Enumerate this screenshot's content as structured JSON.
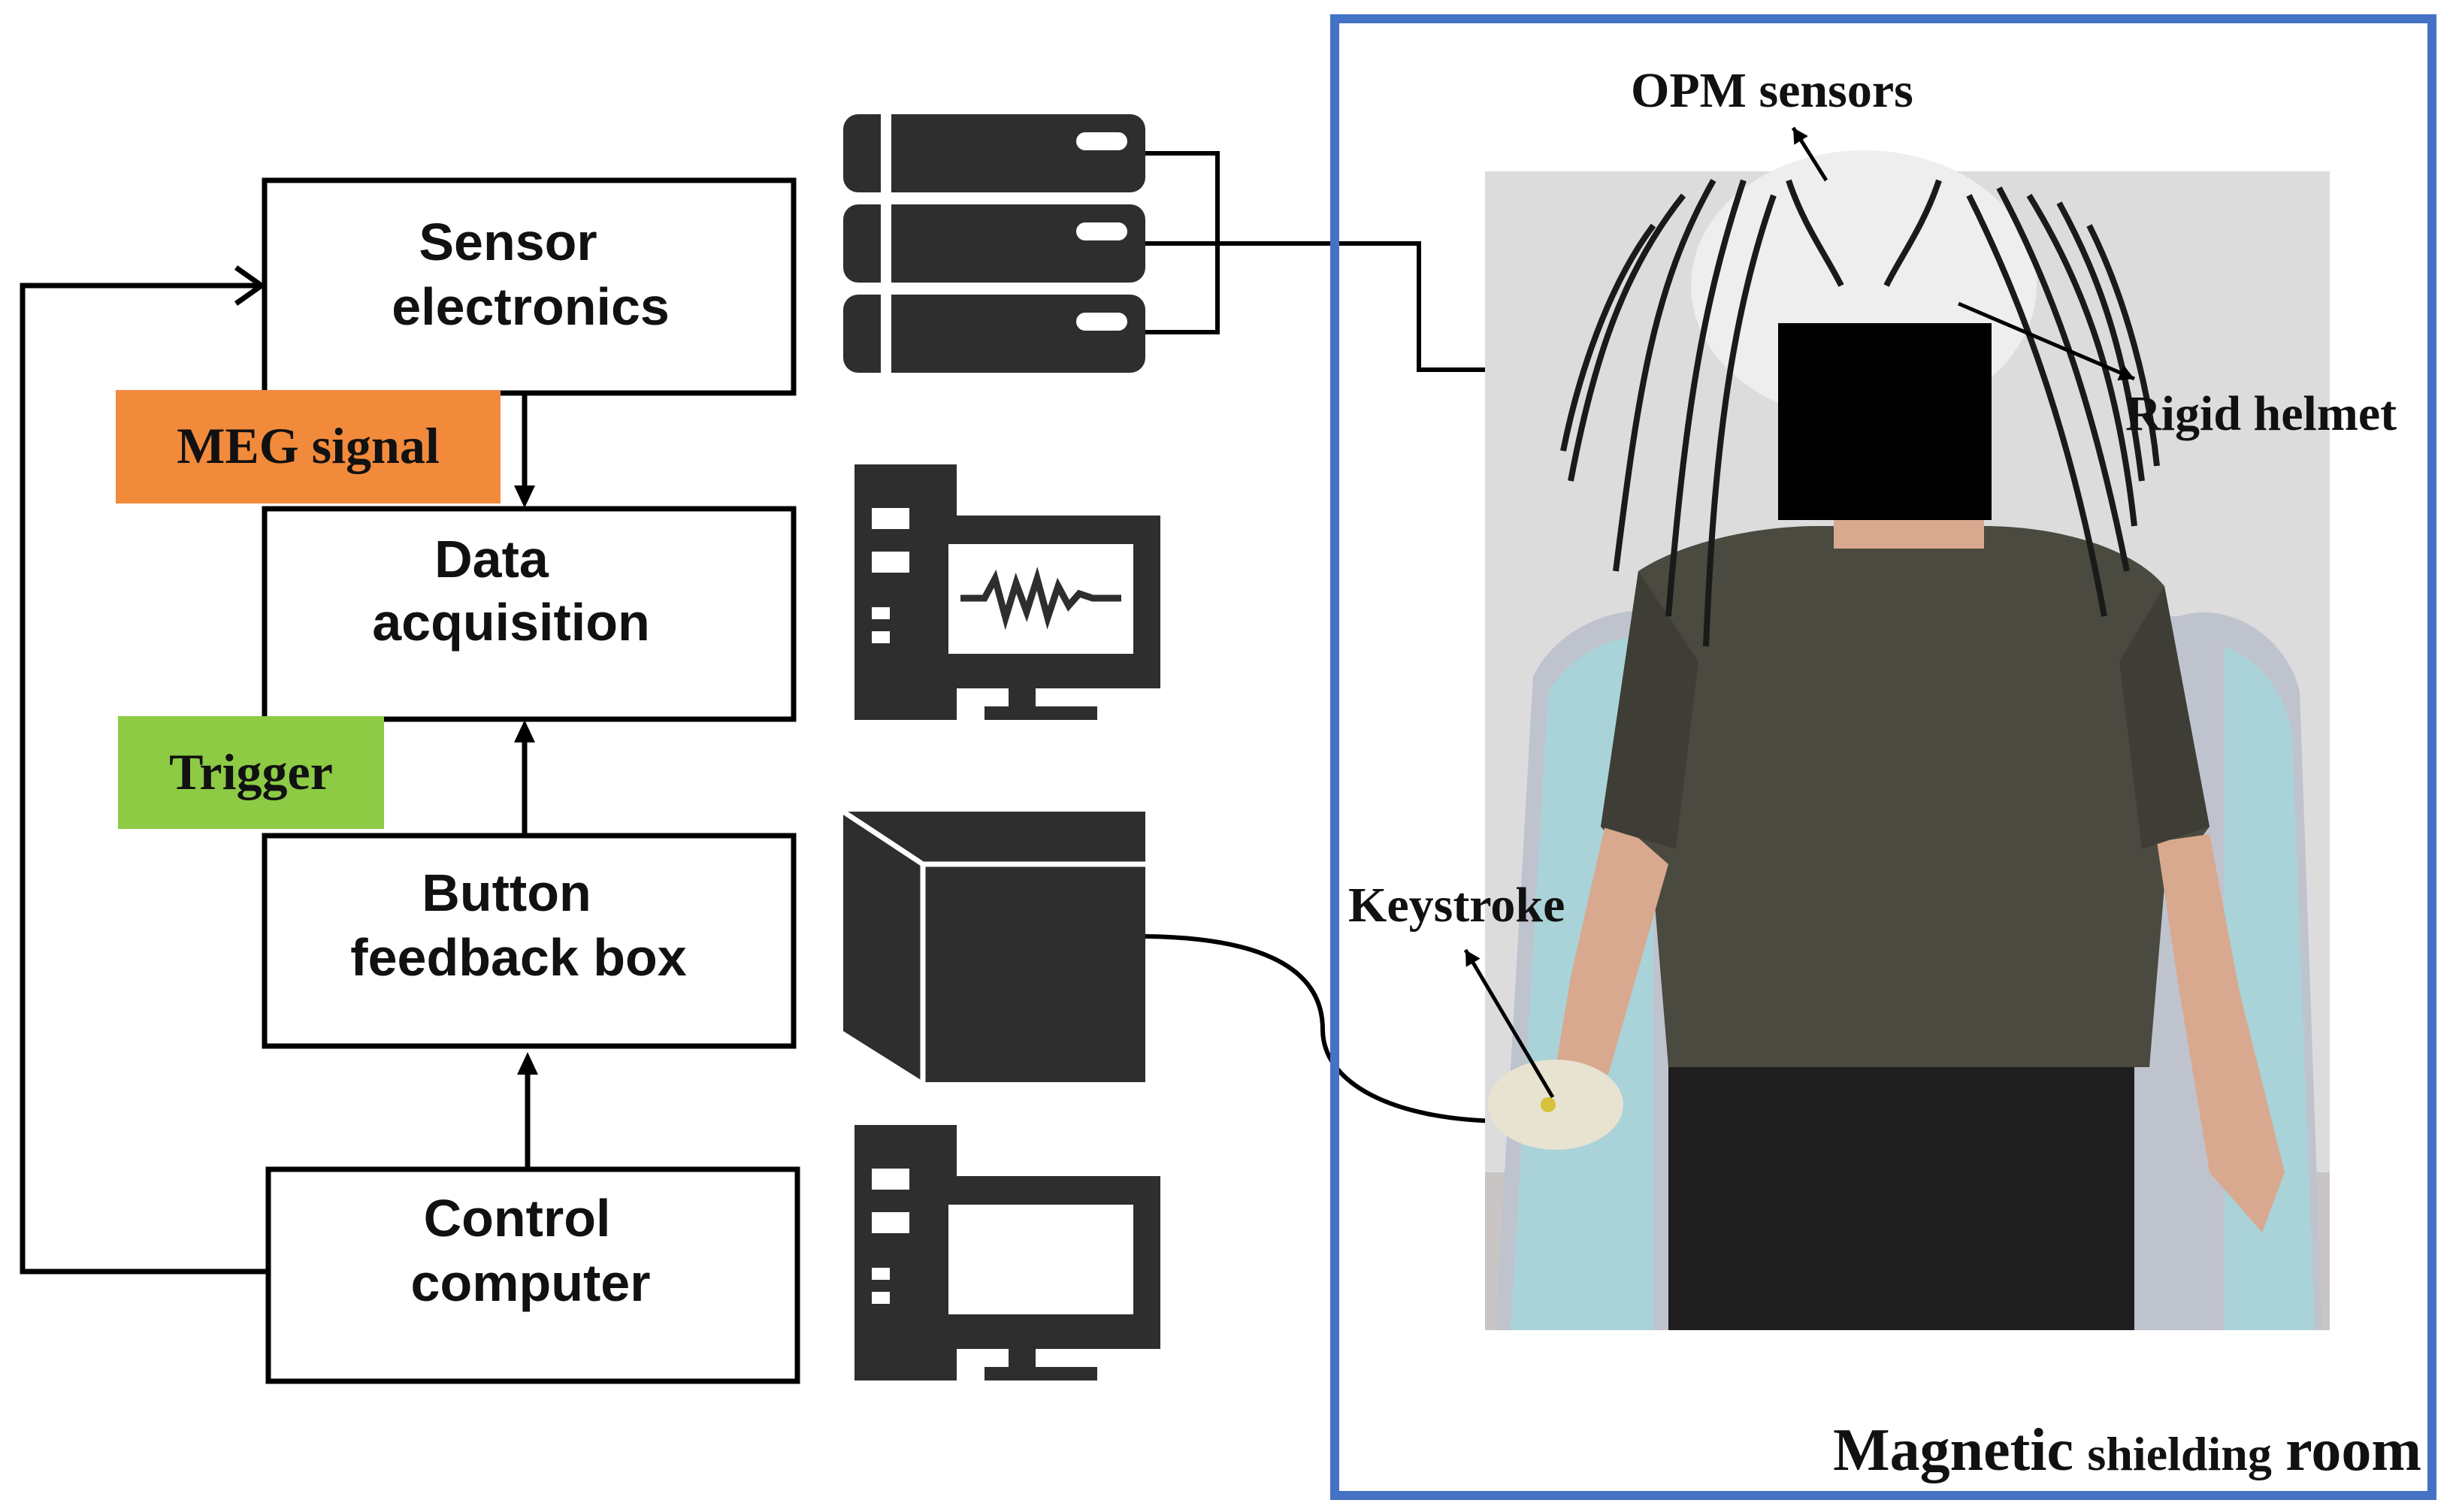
{
  "boxes": {
    "sensor_electronics": [
      "Sensor",
      "electronics"
    ],
    "data_acquisition": [
      "Data",
      "acquisition"
    ],
    "button_feedback_box": [
      "Button",
      "feedback box"
    ],
    "control_computer": [
      "Control",
      "computer"
    ]
  },
  "tags": {
    "meg_signal": "MEG signal",
    "trigger": "Trigger"
  },
  "annotations": {
    "opm_sensors": "OPM sensors",
    "rigid_helmet": "Rigid helmet",
    "keystroke": "Keystroke"
  },
  "room_label": {
    "first": "Magnetic",
    "middle": "shielding",
    "last": "room"
  },
  "colors": {
    "meg_signal_tag": "#F28A3C",
    "trigger_tag": "#8DCB45",
    "room_border": "#4472C4",
    "icon_fill": "#2E2E2E",
    "line": "#000000"
  },
  "icons": [
    "server-rack-icon",
    "workstation-waveform-icon",
    "button-box-icon",
    "workstation-icon"
  ]
}
